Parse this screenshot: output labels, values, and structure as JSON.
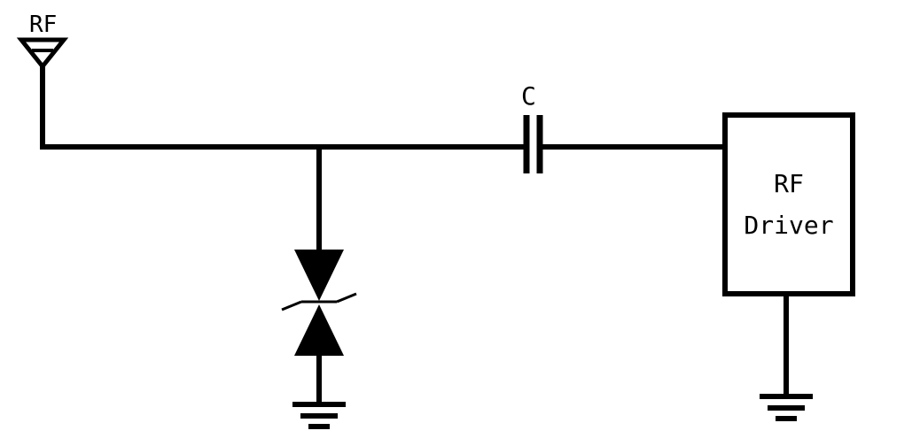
{
  "labels": {
    "antenna": "RF",
    "capacitor": "C",
    "driver_line1": "RF",
    "driver_line2": "Driver"
  },
  "colors": {
    "stroke": "#000000",
    "background": "#ffffff"
  },
  "icons": {
    "antenna": "antenna-icon",
    "capacitor": "capacitor-icon",
    "tvs_diode": "bidirectional-tvs-diode-icon",
    "ground": "ground-icon"
  }
}
